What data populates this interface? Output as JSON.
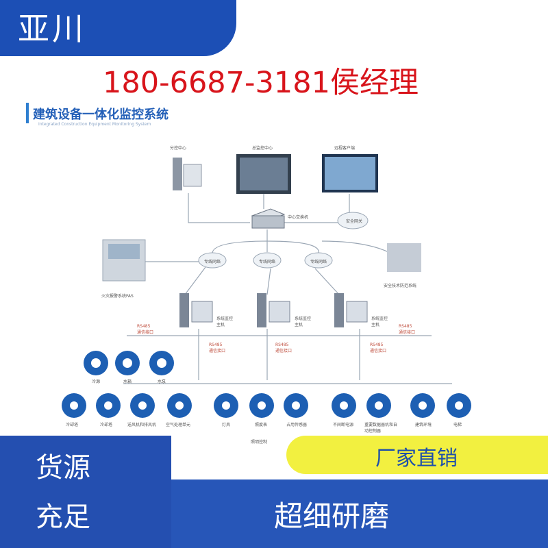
{
  "brand": "亚川",
  "contact": "180-6687-3181侯经理",
  "diagram": {
    "title": "建筑设备一体化监控系统",
    "subtitle": "Integrated Construction Equipment Monitoring System",
    "top": [
      "分控中心",
      "总监控中心",
      "远程客户端"
    ],
    "switch": "中心交换机",
    "firewall": "安全网关",
    "ring": [
      "专线网络",
      "专线网络",
      "专线网络"
    ],
    "fas": "火灾报警系统FAS",
    "security": "安全技术防范系统",
    "host": "系统监控\n主机",
    "rs485": "RS485\n通信接口",
    "devices_row1": [
      "冷源",
      "水箱",
      "水泵"
    ],
    "devices_row2": [
      "冷却塔",
      "冷却塔",
      "送风机和排风机",
      "空气处理单元",
      "灯具",
      "照度表",
      "占用传感器",
      "不间断电源",
      "重要数据器机和自动控制器",
      "建筑环境",
      "电梯"
    ],
    "lighting_group": "照明控制"
  },
  "badges": {
    "left_line1": "货源",
    "left_line2": "充足",
    "right_yellow": "厂家直销",
    "right_bottom": "超细研磨"
  },
  "colors": {
    "brand_blue": "#1c4fb5",
    "phone_red": "#d8141b",
    "yellow": "#f2f040"
  }
}
